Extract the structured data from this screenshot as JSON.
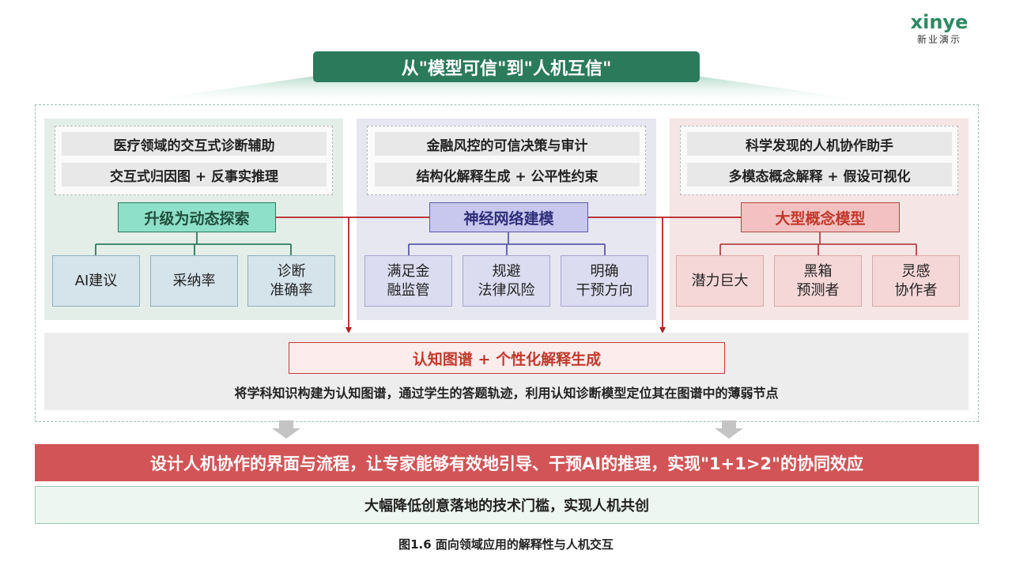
{
  "logo": {
    "word": "xinye",
    "sub": "新业演示"
  },
  "title": "从\"模型可信\"到\"人机互信\"",
  "panels": [
    {
      "id": "green",
      "lines": [
        "医疗领域的交互式诊断辅助",
        "交互式归因图 + 反事实推理"
      ],
      "category": "升级为动态探索",
      "leaves": [
        [
          "AI建议"
        ],
        [
          "采纳率"
        ],
        [
          "诊断",
          "准确率"
        ]
      ]
    },
    {
      "id": "purple",
      "lines": [
        "金融风控的可信决策与审计",
        "结构化解释生成 + 公平性约束"
      ],
      "category": "神经网络建模",
      "leaves": [
        [
          "满足金",
          "融监管"
        ],
        [
          "规避",
          "法律风险"
        ],
        [
          "明确",
          "干预方向"
        ]
      ]
    },
    {
      "id": "red",
      "lines": [
        "科学发现的人机协作助手",
        "多模态概念解释 + 假设可视化"
      ],
      "category": "大型概念模型",
      "leaves": [
        [
          "潜力巨大"
        ],
        [
          "黑箱",
          "预测者"
        ],
        [
          "灵感",
          "协作者"
        ]
      ]
    }
  ],
  "knowledge": {
    "title": "认知图谱 + 个性化解释生成",
    "desc": "将学科知识构建为认知图谱，通过学生的答题轨迹，利用认知诊断模型定位其在图谱中的薄弱节点"
  },
  "red_bar": "设计人机协作的界面与流程，让专家能够有效地引导、干预AI的推理，实现\"1+1>2\"的协同效应",
  "green_bar": "大幅降低创意落地的技术门槛，实现人机共创",
  "caption": "图1.6 面向领域应用的解释性与人机交互",
  "colors": {
    "brand_green": "#2b7a5c",
    "connector_red": "#b22222",
    "accent_red": "#d25456",
    "purple": "#5a5aa8"
  }
}
